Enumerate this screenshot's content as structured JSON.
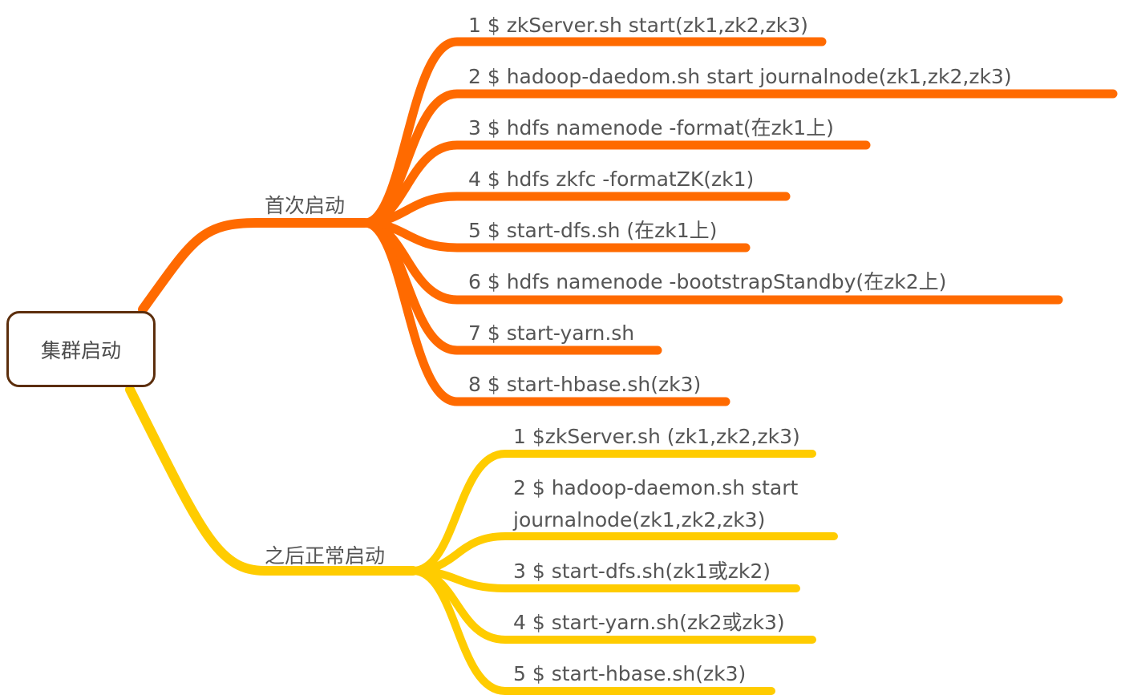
{
  "root": {
    "label": "集群启动"
  },
  "colors": {
    "branch_first": "#ff6a00",
    "branch_after": "#ffcc00",
    "root_border": "#5c2e0c",
    "text": "#555555"
  },
  "branches": [
    {
      "label": "首次启动",
      "color": "#ff6a00",
      "children": [
        {
          "label": "1 $ zkServer.sh start(zk1,zk2,zk3)"
        },
        {
          "label": "2 $ hadoop-daedom.sh start journalnode(zk1,zk2,zk3)"
        },
        {
          "label": "3 $ hdfs namenode -format(在zk1上)"
        },
        {
          "label": "4 $ hdfs zkfc -formatZK(zk1)"
        },
        {
          "label": "5 $ start-dfs.sh (在zk1上)"
        },
        {
          "label": "6 $ hdfs namenode -bootstrapStandby(在zk2上)"
        },
        {
          "label": "7 $ start-yarn.sh"
        },
        {
          "label": "8 $ start-hbase.sh(zk3)"
        }
      ]
    },
    {
      "label": "之后正常启动",
      "color": "#ffcc00",
      "children": [
        {
          "label": "1 $zkServer.sh (zk1,zk2,zk3)"
        },
        {
          "label": "2 $ hadoop-daemon.sh start journalnode(zk1,zk2,zk3)"
        },
        {
          "label": "3 $ start-dfs.sh(zk1或zk2)"
        },
        {
          "label": "4 $ start-yarn.sh(zk2或zk3)"
        },
        {
          "label": "5 $ start-hbase.sh(zk3)"
        }
      ]
    }
  ]
}
